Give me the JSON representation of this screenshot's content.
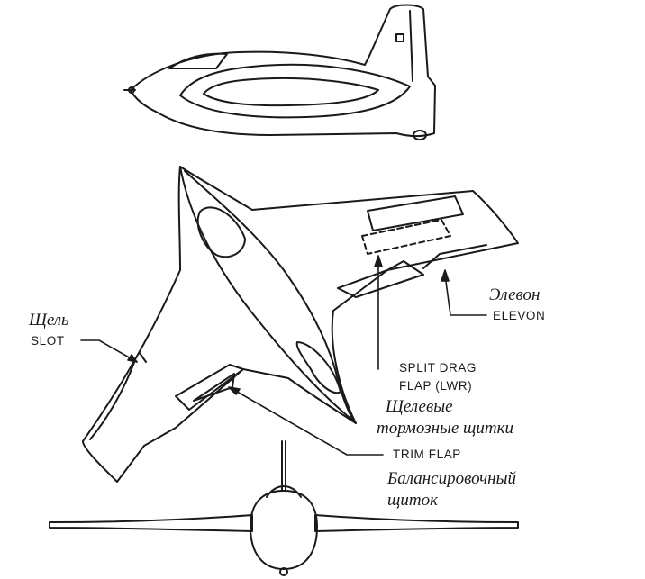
{
  "labels": {
    "slot_ru": "Щель",
    "slot_en": "SLOT",
    "elevon_ru": "Элевон",
    "elevon_en": "ELEVON",
    "split_drag_line1": "SPLIT DRAG",
    "split_drag_line2": "FLAP (LWR)",
    "split_drag_ru_line1": "Щелевые",
    "split_drag_ru_line2": "тормозные щитки",
    "trim_flap_en": "TRIM FLAP",
    "trim_flap_ru_line1": "Балансировочный",
    "trim_flap_ru_line2": "щиток"
  },
  "colors": {
    "ink": "#1a1a1a",
    "paper": "#ffffff"
  }
}
